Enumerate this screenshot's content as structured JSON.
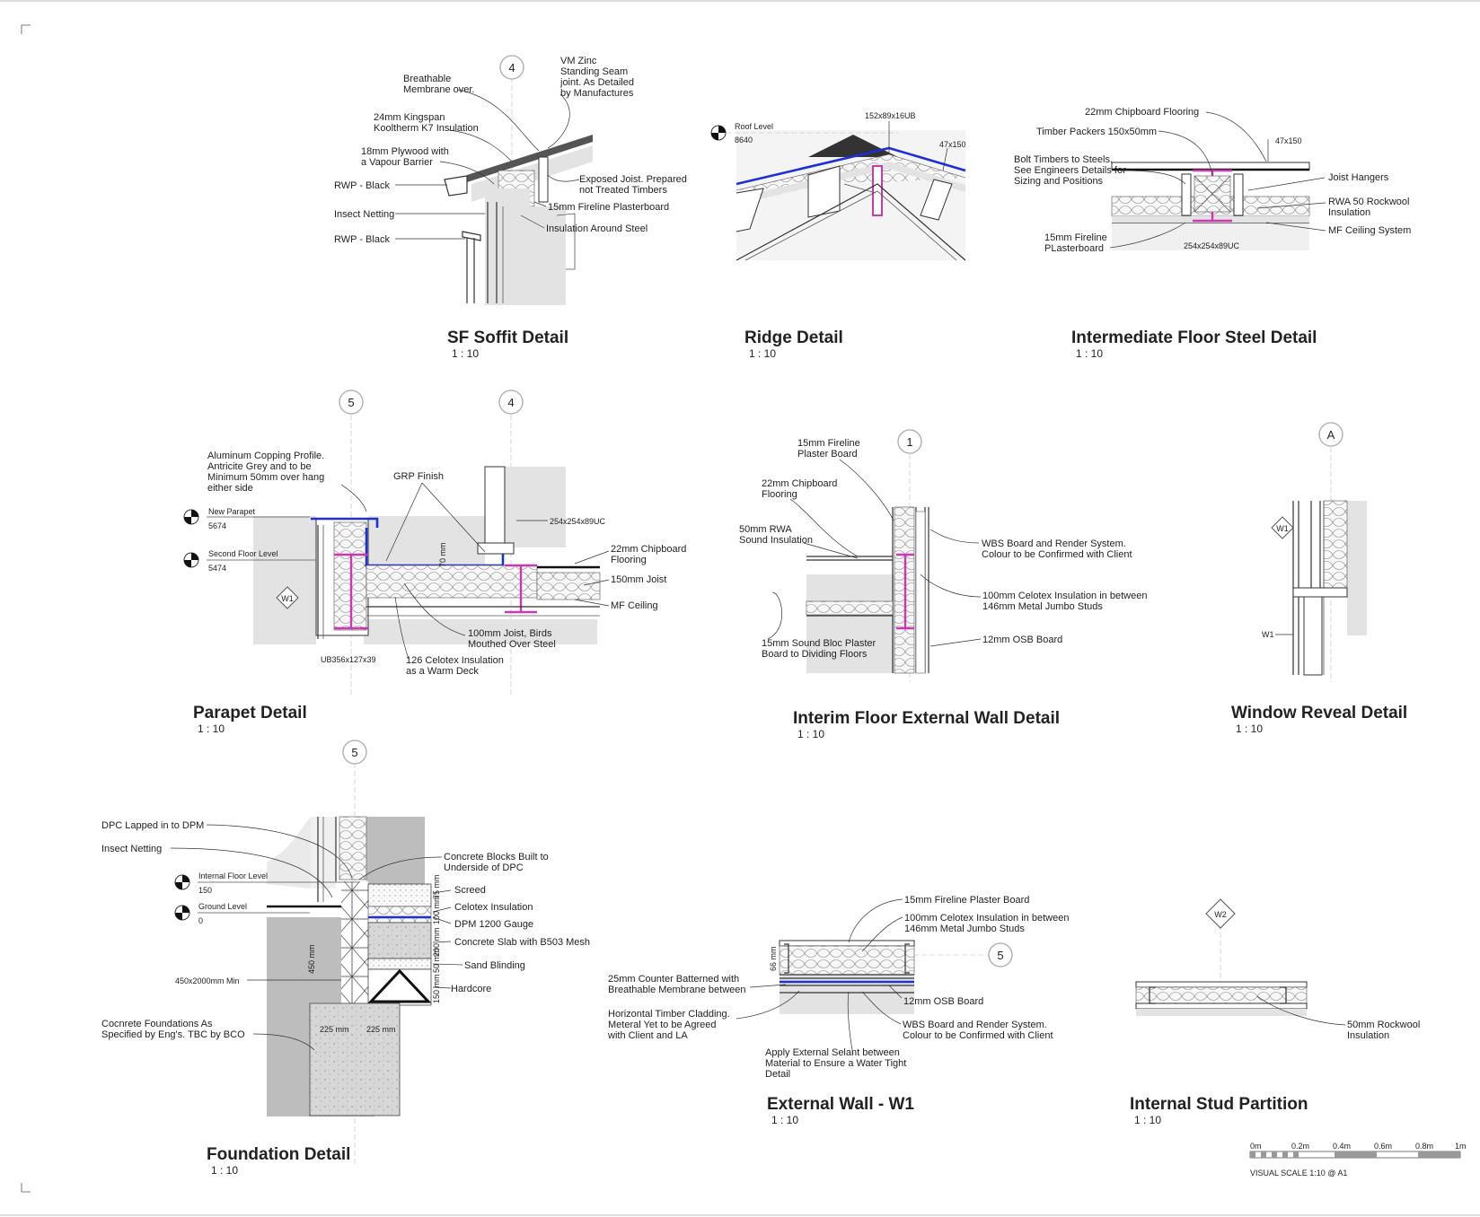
{
  "details": [
    {
      "key": "sf_soffit",
      "title": "SF Soffit Detail",
      "scale": "1 : 10",
      "grid": "4",
      "labels": [
        "Breathable",
        "Membrane over.",
        "VM Zinc",
        "Standing Seam",
        "joint. As Detailed",
        "by Manufactures",
        "24mm Kingspan",
        "Kooltherm K7 Insulation",
        "18mm Plywood with",
        "a Vapour Barrier",
        "RWP - Black",
        "Insect Netting",
        "RWP - Black",
        "Exposed Joist. Prepared",
        "not Treated Timbers",
        "15mm Fireline Plasterboard",
        "Insulation Around Steel"
      ]
    },
    {
      "key": "ridge",
      "title": "Ridge Detail",
      "scale": "1 : 10",
      "labels": [
        "Roof Level",
        "8640",
        "152x89x16UB",
        "47x150"
      ]
    },
    {
      "key": "intermediate_floor",
      "title": "Intermediate Floor Steel Detail",
      "scale": "1 : 10",
      "labels": [
        "22mm Chipboard Flooring",
        "Timber Packers 150x50mm",
        "47x150",
        "Bolt Timbers to Steels.",
        "See Engineers Details for",
        "Sizing and Positions",
        "Joist Hangers",
        "RWA 50 Rockwool",
        "Insulation",
        "MF Ceiling System",
        "15mm Fireline",
        "PLasterboard",
        "254x254x89UC"
      ]
    },
    {
      "key": "parapet",
      "title": "Parapet Detail",
      "scale": "1 : 10",
      "grids": [
        "5",
        "4"
      ],
      "labels": [
        "Aluminum Copping Profile.",
        "Antricite Grey and to be",
        "Minimum 50mm over hang",
        "either side",
        "GRP Finish",
        "New Parapet",
        "5674",
        "Second Floor Level",
        "5474",
        "254x254x89UC",
        "22mm Chipboard",
        "Flooring",
        "150mm Joist",
        "MF Ceiling",
        "W1",
        "70 mm",
        "100mm Joist, Birds",
        "Mouthed Over Steel",
        "126 Celotex Insulation",
        "as a Warm Deck",
        "UB356x127x39"
      ]
    },
    {
      "key": "interim_floor",
      "title": "Interim Floor External Wall Detail",
      "scale": "1 : 10",
      "grid": "1",
      "labels": [
        "15mm Fireline",
        "Plaster Board",
        "22mm Chipboard",
        "Flooring",
        "50mm RWA",
        "Sound Insulation",
        "WBS Board and Render System.",
        "Colour to be Confirmed with Client",
        "100mm Celotex Insulation in between",
        "146mm Metal Jumbo Studs",
        "12mm OSB Board",
        "15mm Sound Bloc Plaster",
        "Board to Dividing Floors"
      ]
    },
    {
      "key": "window_reveal",
      "title": "Window Reveal Detail",
      "scale": "1 : 10",
      "grid": "A",
      "labels": [
        "W1",
        "W1"
      ]
    },
    {
      "key": "foundation",
      "title": "Foundation Detail",
      "scale": "1 : 10",
      "grid": "5",
      "labels": [
        "DPC Lapped in to DPM",
        "Insect Netting",
        "Internal Floor Level",
        "150",
        "Ground Level",
        "0",
        "Concrete Blocks Built to",
        "Underside of DPC",
        "Screed",
        "Celotex Insulation",
        "DPM 1200 Gauge",
        "Concrete Slab with B503 Mesh",
        "Sand Blinding",
        "Hardcore",
        "450x2000mm Min",
        "Cocnrete Foundations As",
        "Specified by Eng's. TBC by BCO",
        "225 mm",
        "225 mm",
        "450 mm",
        "75 mm",
        "100 mm",
        "200 mm",
        "50 mm",
        "150 mm"
      ]
    },
    {
      "key": "external_wall",
      "title": "External Wall - W1",
      "scale": "1 : 10",
      "grid": "5",
      "labels": [
        "15mm Fireline Plaster Board",
        "100mm Celotex Insulation in between",
        "146mm Metal Jumbo Studs",
        "66 mm",
        "25mm Counter Batterned with",
        "Breathable Membrane between",
        "12mm OSB Board",
        "Horizontal Timber Cladding.",
        "Meteral Yet to be Agreed",
        "with Client and LA",
        "WBS Board and Render System.",
        "Colour to be Confirmed with Client",
        "Apply External Selant between",
        "Material to Ensure a Water Tight",
        "Detail"
      ]
    },
    {
      "key": "internal_stud",
      "title": "Internal Stud Partition",
      "scale": "1 : 10",
      "grid": "W2",
      "labels": [
        "50mm Rockwool",
        "Insulation"
      ]
    }
  ],
  "scale_bar": {
    "ticks": [
      "0m",
      "0.2m",
      "0.4m",
      "0.6m",
      "0.8m",
      "1m"
    ],
    "caption": "VISUAL SCALE 1:10  @ A1"
  },
  "colors": {
    "steel": "#c93ab0",
    "membrane": "#1f2fd6",
    "fill": "#e3e3e3"
  }
}
